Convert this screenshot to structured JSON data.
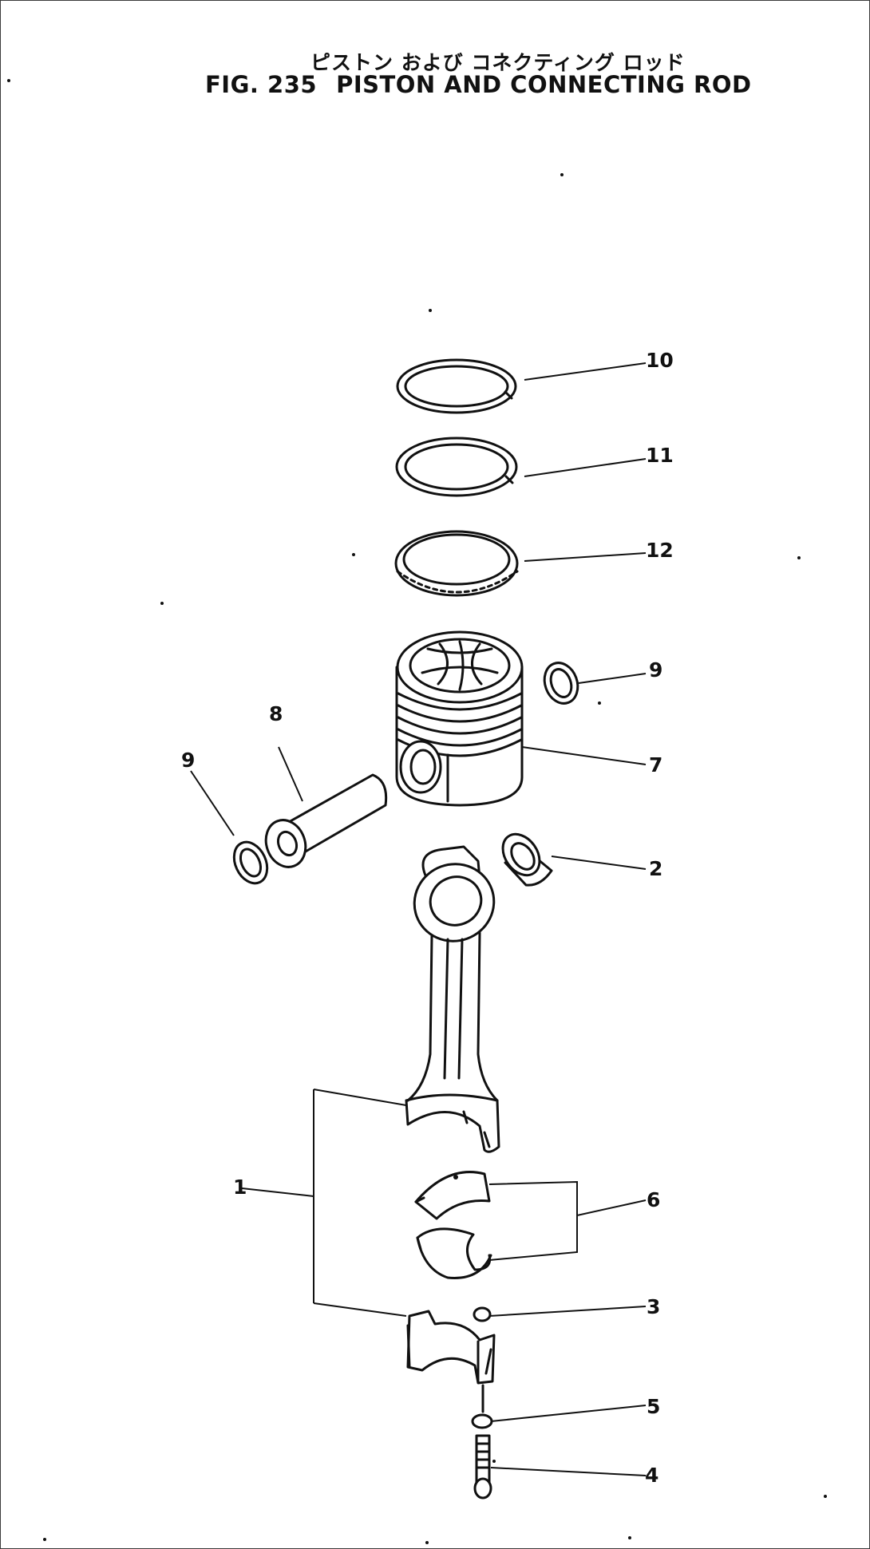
{
  "figure": {
    "title_jp": "ピストン および コネクティング ロッド",
    "fig_number": "FIG. 235",
    "title_en": "PISTON AND CONNECTING ROD"
  },
  "callouts": [
    "1",
    "2",
    "3",
    "4",
    "5",
    "6",
    "7",
    "8",
    "9",
    "9",
    "10",
    "11",
    "12"
  ],
  "colors": {
    "ink": "#111111",
    "paper": "#ffffff"
  }
}
